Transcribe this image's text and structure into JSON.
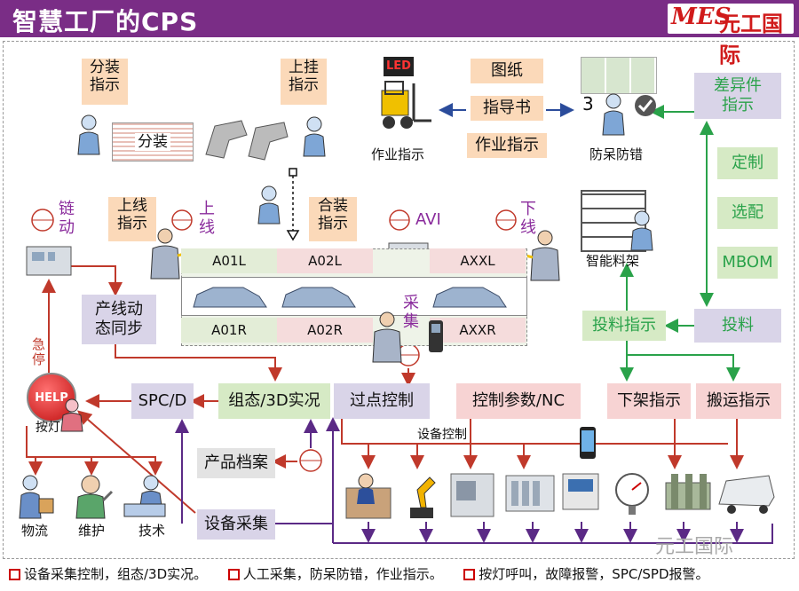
{
  "header": {
    "title": "智慧工厂的CPS",
    "logo_mes": "MES",
    "logo_name": "元工国际"
  },
  "top": {
    "fenzhuang_zhishi": [
      "分装",
      "指示"
    ],
    "shanggua_zhishi": [
      "上挂",
      "指示"
    ],
    "fenzhuang_box": "分装",
    "zuoye_zhishi_label": "作业指示",
    "docs": [
      "图纸",
      "指导书",
      "作业指示"
    ],
    "fangdai_label": "防呆防错",
    "fangdai_num": "3",
    "chayijian": [
      "差异件",
      "指示"
    ],
    "options": [
      "定制",
      "选配",
      "MBOM"
    ]
  },
  "line": {
    "liandong": [
      "链",
      "动"
    ],
    "shangxian_zhishi": [
      "上线",
      "指示"
    ],
    "shangxian": [
      "上",
      "线"
    ],
    "hezhuang": [
      "合装",
      "指示"
    ],
    "avi": "AVI",
    "xiaxian": [
      "下",
      "线"
    ],
    "top_cells": [
      "A01L",
      "A02L",
      "AXXL"
    ],
    "bottom_cells": [
      "A01R",
      "A02R",
      "AXXR"
    ],
    "caiji": [
      "采",
      "集"
    ],
    "zhineng_liaojia": "智能料架"
  },
  "mid": {
    "chanxian": [
      "产线动",
      "态同步"
    ],
    "touliao_zhishi": "投料指示",
    "touliao": "投料",
    "jiting": [
      "急",
      "停"
    ],
    "help": "HELP",
    "andeng": "按灯",
    "spcd": "SPC/D",
    "zutai": "组态/3D实况",
    "guodian": "过点控制",
    "kongzhi": "控制参数/NC",
    "xiajia": "下架指示",
    "banyun": "搬运指示",
    "shebei_kongzhi": "设备控制",
    "chanpin": "产品档案",
    "shebei_caiji": "设备采集",
    "roles": [
      "物流",
      "维护",
      "技术"
    ]
  },
  "legend": {
    "items": [
      "设备采集控制，组态/3D实况。",
      "人工采集，防呆防错，作业指示。",
      "按灯呼叫，故障报警，SPC/SPD报警。"
    ]
  },
  "watermark": "元工国际",
  "colors": {
    "header": "#7a2d86",
    "green_arrow": "#2aa24a",
    "red_arrow": "#c0392b",
    "purple_arrow": "#5b2a86"
  }
}
